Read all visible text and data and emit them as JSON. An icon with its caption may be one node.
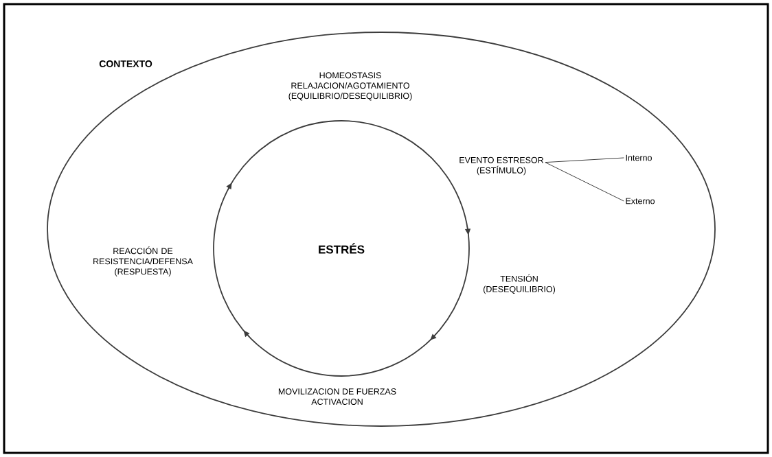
{
  "diagram": {
    "nodes": [
      {
        "text": [
          "CONTEXTO"
        ]
      },
      {
        "text": [
          "ESTRÉS"
        ],
        "in": 0
      },
      {
        "text": [
          "HOMEOSTASIS",
          "RELAJACION/AGOTAMIENTO",
          "(EQUILIBRIO/DESEQUILIBRIO)"
        ],
        "in": 0
      },
      {
        "text": [
          "EVENTO ESTRESOR",
          "(ESTÍMULO)"
        ],
        "in": 0
      },
      {
        "text": [
          "Interno"
        ],
        "in": 0
      },
      {
        "text": [
          "Externo"
        ],
        "in": 0
      },
      {
        "text": [
          "TENSIÓN",
          "(DESEQUILIBRIO)"
        ],
        "in": 0
      },
      {
        "text": [
          "MOVILIZACION DE FUERZAS",
          "ACTIVACION"
        ],
        "in": 0
      },
      {
        "text": [
          "REACCIÓN DE RESISTENCIA/DEFENSA",
          "(RESPUESTA)"
        ],
        "in": 0
      }
    ],
    "edges": [
      {
        "from": 3,
        "to": 4,
        "arrow": "none"
      },
      {
        "from": 3,
        "to": 5,
        "arrow": "none"
      }
    ]
  }
}
